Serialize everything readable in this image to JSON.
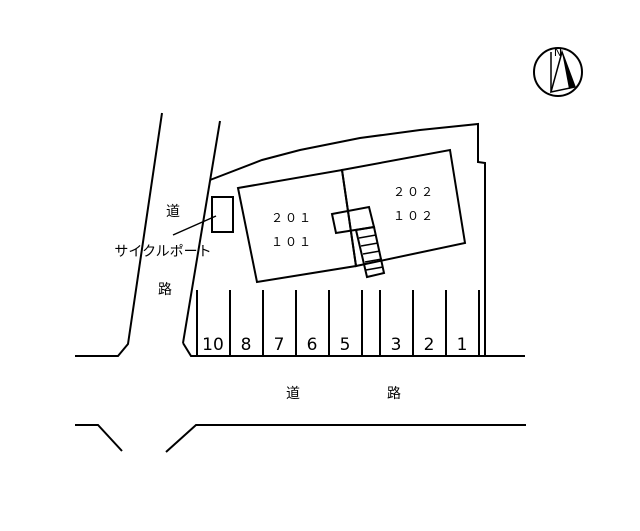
{
  "units": {
    "upper_left": "２０１",
    "lower_left": "１０１",
    "upper_right": "２０２",
    "lower_right": "１０２"
  },
  "labels": {
    "road_side_char1": "道",
    "road_side_char2": "路",
    "road_bottom_char1": "道",
    "road_bottom_char2": "路",
    "cycle_port": "サイクルポート",
    "north": "N"
  },
  "parking": [
    "10",
    "8",
    "7",
    "6",
    "5",
    "3",
    "2",
    "1"
  ]
}
